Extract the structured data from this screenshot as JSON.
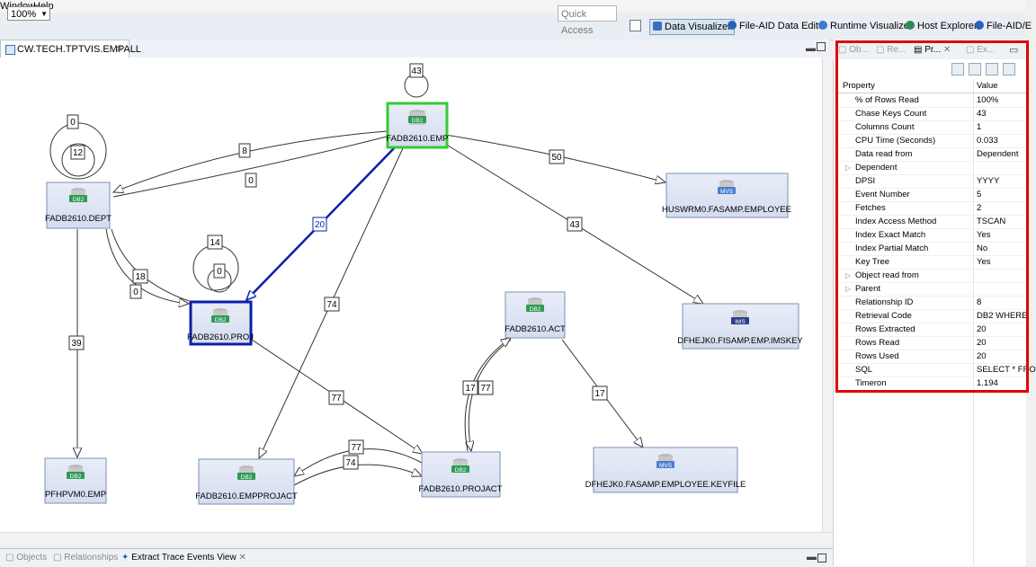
{
  "menu": {
    "window": "Window",
    "help": "Help"
  },
  "toolbar": {
    "zoom": "100%",
    "quick_access": "Quick Access",
    "perspectives": [
      "Data Visualizer",
      "File-AID Data Editor",
      "Runtime Visualizer",
      "Host Explorer",
      "File-AID/E"
    ]
  },
  "editor": {
    "tab": "CW.TECH.TPTVIS.EMPALL"
  },
  "graph": {
    "nodes": [
      {
        "id": "emp",
        "label": "FADB2610.EMP",
        "type": "DB2",
        "state": "selected-source"
      },
      {
        "id": "dept",
        "label": "FADB2610.DEPT",
        "type": "DB2"
      },
      {
        "id": "huswrm",
        "label": "HUSWRM0.FASAMP.EMPLOYEE",
        "type": "MVS"
      },
      {
        "id": "proj",
        "label": "FADB2610.PROJ",
        "type": "DB2",
        "state": "selected-target"
      },
      {
        "id": "act",
        "label": "FADB2610.ACT",
        "type": "DB2"
      },
      {
        "id": "imskey",
        "label": "DFHEJK0.FISAMP.EMP.IMSKEY",
        "type": "IMS"
      },
      {
        "id": "pfhpvm",
        "label": "PFHPVM0.EMP",
        "type": "DB2"
      },
      {
        "id": "empprojact",
        "label": "FADB2610.EMPPROJACT",
        "type": "DB2"
      },
      {
        "id": "projact",
        "label": "FADB2610.PROJACT",
        "type": "DB2"
      },
      {
        "id": "keyfile",
        "label": "DFHEJK0.FASAMP.EMPLOYEE.KEYFILE",
        "type": "MVS"
      }
    ],
    "edge_labels": {
      "emp_self": "43",
      "dept_self_outer": "0",
      "dept_self_inner": "12",
      "emp_dept_a": "8",
      "emp_dept_b": "0",
      "emp_huswrm": "50",
      "emp_imskey": "43",
      "emp_proj": "20",
      "proj_self_outer": "14",
      "proj_self_inner": "0",
      "dept_proj_a": "18",
      "dept_proj_b": "0",
      "emp_empprojact": "74",
      "dept_pfhpvm": "39",
      "proj_projact": "77",
      "act_projact_a": "17",
      "act_projact_b": "77",
      "act_keyfile": "17",
      "projact_empprojact_a": "77",
      "projact_empprojact_b": "74"
    }
  },
  "bottom_tabs": [
    "Objects",
    "Relationships",
    "Extract Trace Events View"
  ],
  "right_tabs": [
    "Ob...",
    "Re...",
    "Pr...",
    "Ex..."
  ],
  "properties": {
    "header": {
      "property": "Property",
      "value": "Value"
    },
    "rows": [
      {
        "name": "% of Rows Read",
        "value": "100%"
      },
      {
        "name": "Chase Keys Count",
        "value": "43"
      },
      {
        "name": "Columns Count",
        "value": "1"
      },
      {
        "name": "CPU Time (Seconds)",
        "value": "0.033"
      },
      {
        "name": "Data read from",
        "value": "Dependent"
      },
      {
        "name": "Dependent",
        "value": "",
        "expandable": true
      },
      {
        "name": "DPSI",
        "value": "YYYY"
      },
      {
        "name": "Event Number",
        "value": "5"
      },
      {
        "name": "Fetches",
        "value": "2"
      },
      {
        "name": "Index Access Method",
        "value": "TSCAN"
      },
      {
        "name": "Index Exact Match",
        "value": "Yes"
      },
      {
        "name": "Index Partial Match",
        "value": "No"
      },
      {
        "name": "Key Tree",
        "value": "Yes"
      },
      {
        "name": "Object read from",
        "value": "",
        "expandable": true
      },
      {
        "name": "Parent",
        "value": "",
        "expandable": true
      },
      {
        "name": "Relationship ID",
        "value": "8"
      },
      {
        "name": "Retrieval Code",
        "value": "DB2 WHERE"
      },
      {
        "name": "Rows Extracted",
        "value": "20"
      },
      {
        "name": "Rows Read",
        "value": "20"
      },
      {
        "name": "Rows Used",
        "value": "20"
      },
      {
        "name": "SQL",
        "value": "SELECT * FRO"
      },
      {
        "name": "Timeron",
        "value": "1.194"
      }
    ]
  },
  "colors": {
    "highlight_red": "#e00000",
    "selected_green": "#33cc33",
    "selected_blue": "#0a1fa8",
    "node_fill": "#dde4f3",
    "db2_icon": "#2e9b57",
    "mvs_icon": "#4a7fd0",
    "ims_icon": "#2b3f8f"
  }
}
